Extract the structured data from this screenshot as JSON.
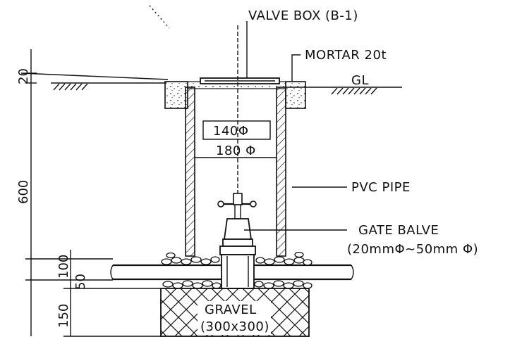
{
  "labels": {
    "valve_box": "VALVE BOX (B-1)",
    "mortar": "MORTAR 20t",
    "gl": "GL",
    "inner_dia": "140Φ",
    "outer_dia": "180 Φ",
    "pvc_pipe": "PVC PIPE",
    "gate_valve_line1": "GATE BALVE",
    "gate_valve_line2": "(20mmΦ~50mm Φ)",
    "gravel_line1": "GRAVEL",
    "gravel_line2": "(300x300)"
  },
  "dimensions": {
    "d20": "20",
    "d600": "600",
    "d100": "100",
    "d50": "50",
    "d150": "150"
  },
  "colors": {
    "ink": "#111111",
    "paper": "#ffffff"
  }
}
